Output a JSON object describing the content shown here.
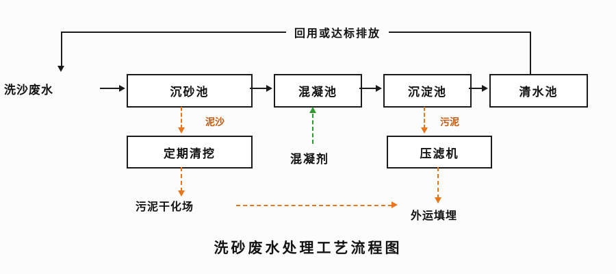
{
  "diagram": {
    "title": "洗砂废水处理工艺流程图",
    "return_label": "回用或达标排放",
    "source_label": "洗沙废水",
    "main_boxes": [
      {
        "label": "沉砂池"
      },
      {
        "label": "混凝池"
      },
      {
        "label": "沉淀池"
      },
      {
        "label": "清水池"
      }
    ],
    "sub_boxes": [
      {
        "label": "定期清挖"
      },
      {
        "label": "压滤机"
      }
    ],
    "flow_labels": {
      "sediment": "泥沙",
      "sludge": "污泥",
      "coagulant": "混凝剂",
      "sludge_drying": "污泥干化场",
      "landfill": "外运填埋"
    },
    "colors": {
      "main_flow": "#1a1a1a",
      "sludge_flow": "#e8761e",
      "coagulant_flow": "#339933",
      "flow_label_text": "#c05a11",
      "box_background": "#ffffff",
      "page_background": "#fcfcfc"
    }
  }
}
